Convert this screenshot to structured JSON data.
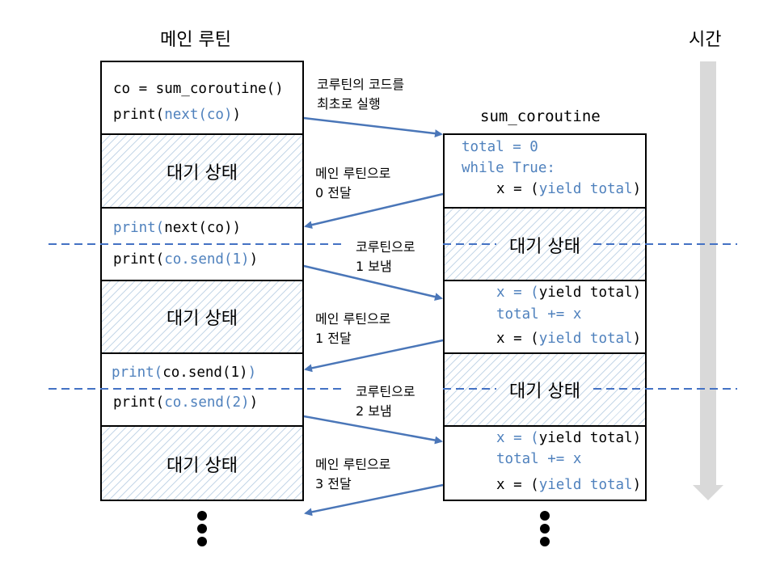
{
  "titles": {
    "main": "메인 루틴",
    "coroutine": "sum_coroutine",
    "time": "시간"
  },
  "waiting": "대기 상태",
  "main_code": {
    "line1": "co = sum_coroutine()",
    "line2_a": "print(",
    "line2_b": "next(co)",
    "line2_c": ")",
    "line3_a": "print(",
    "line3_b": "next(co))",
    "line4_a": "print(",
    "line4_b": "co.send(1)",
    "line4_c": ")",
    "line5_a": "print(",
    "line5_b": "co.send(1)",
    "line5_c": ")",
    "line6_a": "print(",
    "line6_b": "co.send(2)",
    "line6_c": ")"
  },
  "co_code": {
    "l1": "total = 0",
    "l2": "while True:",
    "l3_a": "x = (",
    "l3_b": "yield total",
    "l3_c": ")",
    "l4_a": "x = (",
    "l4_b": "yield total)",
    "l5": "total += x",
    "l6_a": "x = (",
    "l6_b": "yield total",
    "l6_c": ")",
    "l7_a": "x = (",
    "l7_b": "yield total)",
    "l8": "total += x",
    "l9_a": "x = (",
    "l9_b": "yield total",
    "l9_c": ")"
  },
  "arrow_labels": {
    "a1_l1": "코루틴의 코드를",
    "a1_l2": "최초로 실행",
    "a2_l1": "메인 루틴으로",
    "a2_l2": "0 전달",
    "a3_l1": "코루틴으로",
    "a3_l2": "1 보냄",
    "a4_l1": "메인 루틴으로",
    "a4_l2": "1 전달",
    "a5_l1": "코루틴으로",
    "a5_l2": "2 보냄",
    "a6_l1": "메인 루틴으로",
    "a6_l2": "3 전달"
  },
  "colors": {
    "arrow": "#4a76b8",
    "code_blue": "#4f81bd",
    "dashed": "#4472c4",
    "hatch": "#c5d7e8",
    "time_arrow": "#d9d9d9"
  }
}
